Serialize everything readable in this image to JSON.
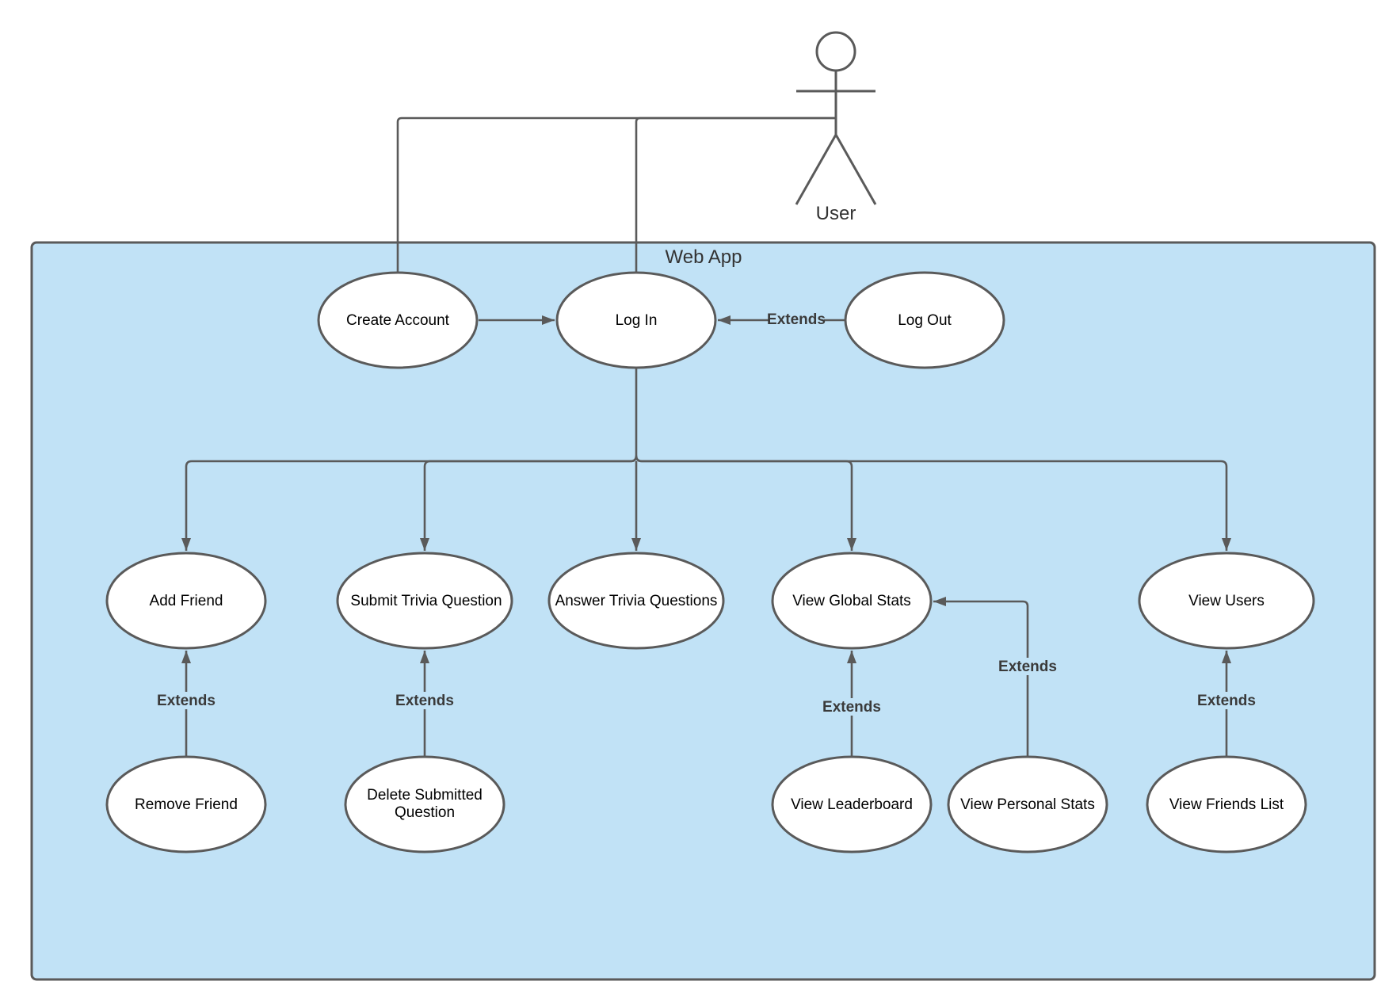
{
  "diagram": {
    "system": {
      "label": "Web App",
      "fill": "#c1e2f6",
      "border": "#5a5a5a"
    },
    "actor": {
      "label": "User"
    },
    "use_cases": {
      "create_account": "Create Account",
      "log_in": "Log In",
      "log_out": "Log Out",
      "add_friend": "Add Friend",
      "submit_trivia": "Submit Trivia Question",
      "answer_trivia": "Answer Trivia Questions",
      "view_global_stats": "View Global Stats",
      "view_users": "View Users",
      "remove_friend": "Remove Friend",
      "delete_submitted": [
        "Delete Submitted",
        "Question"
      ],
      "view_leaderboard": "View Leaderboard",
      "view_personal_stats": "View Personal Stats",
      "view_friends_list": "View Friends List"
    },
    "relations": {
      "logout_login": "Extends",
      "remove_add": "Extends",
      "delete_submit": "Extends",
      "leaderboard_global": "Extends",
      "personal_global": "Extends",
      "friends_users": "Extends"
    }
  }
}
